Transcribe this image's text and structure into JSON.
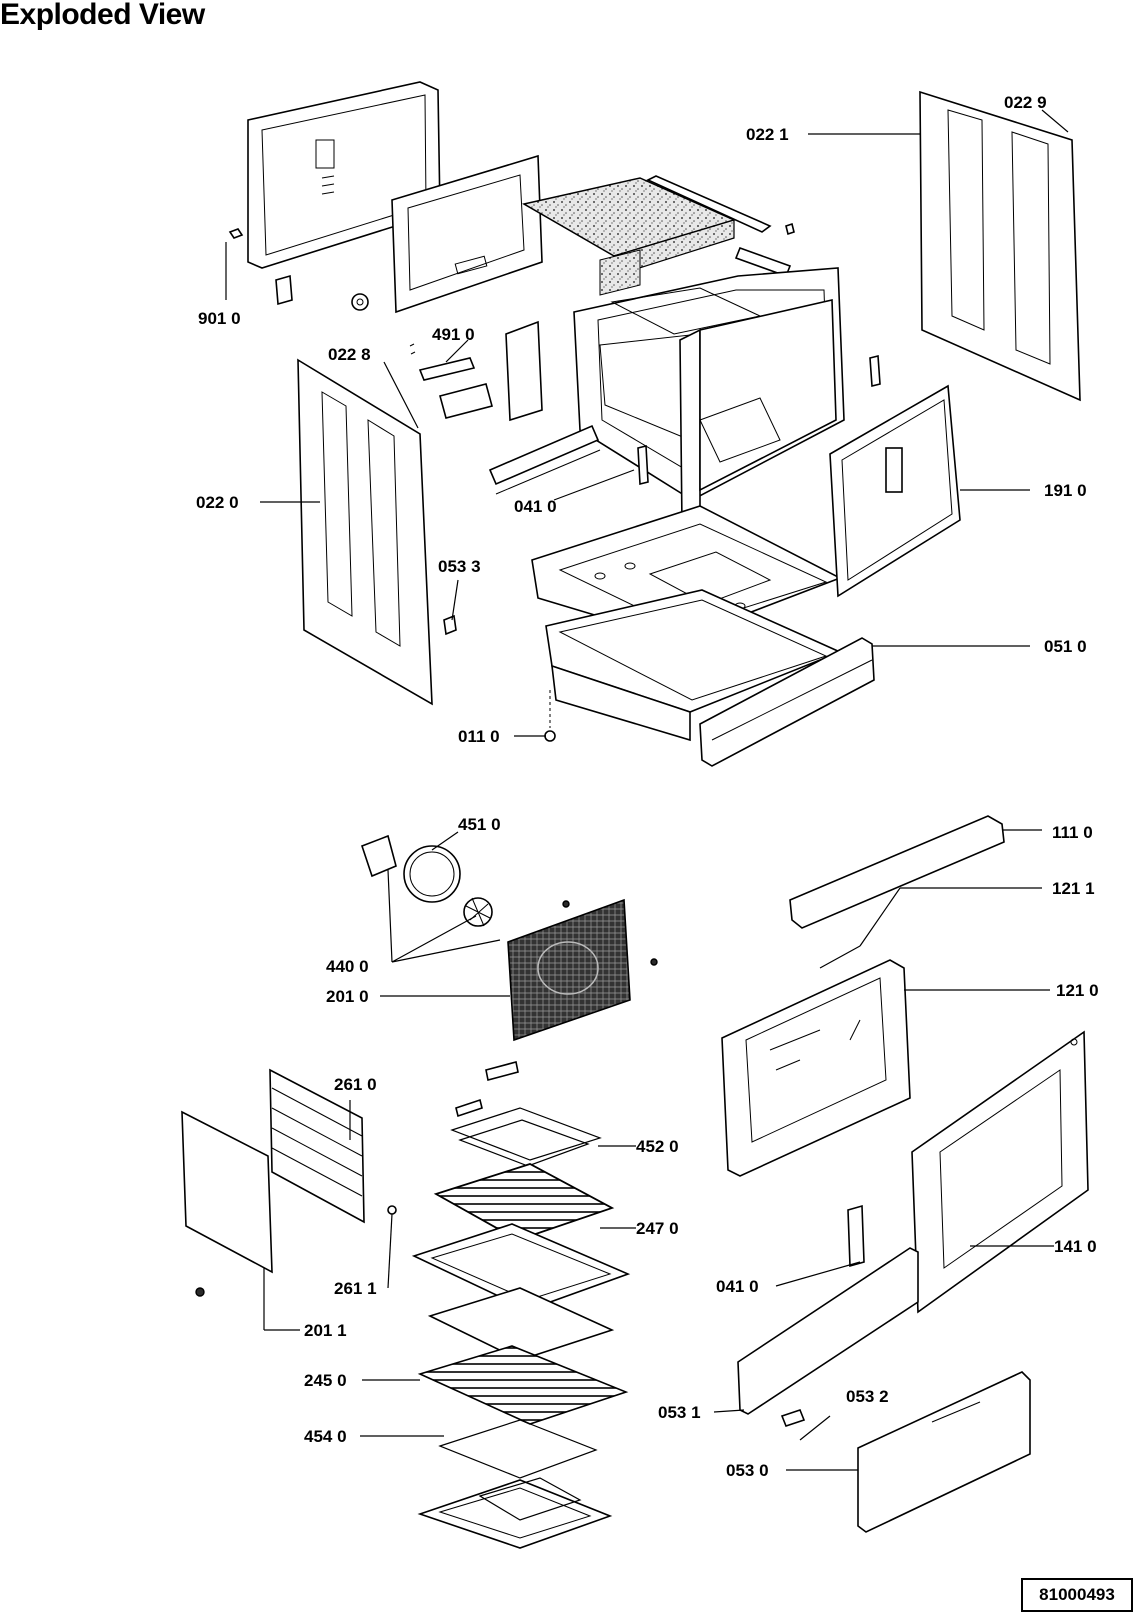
{
  "title": "Exploded View",
  "document_number": "81000493",
  "callouts": {
    "c0229": "022 9",
    "c0221": "022 1",
    "c9010": "901 0",
    "c4910": "491 0",
    "c0228": "022 8",
    "c0220": "022 0",
    "c0410_top": "041 0",
    "c1910": "191 0",
    "c0533": "053 3",
    "c0510": "051 0",
    "c0110": "011 0",
    "c4510": "451 0",
    "c1110": "111 0",
    "c1211": "121 1",
    "c4400": "440 0",
    "c2010": "201 0",
    "c1210": "121 0",
    "c2610": "261 0",
    "c4520": "452 0",
    "c2470": "247 0",
    "c1410": "141 0",
    "c0410_bottom": "041 0",
    "c2611": "261 1",
    "c2011": "201 1",
    "c2450": "245 0",
    "c0532": "053 2",
    "c0531": "053 1",
    "c4540": "454 0",
    "c0530": "053 0"
  }
}
